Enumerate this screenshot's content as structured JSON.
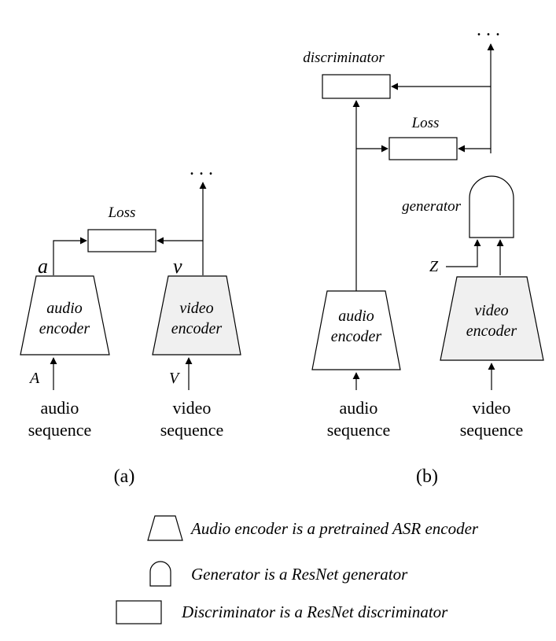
{
  "panel_a": {
    "caption": "(a)",
    "loss": "Loss",
    "vec_a": "a",
    "vec_v": "v",
    "ellipsis": ". . .",
    "audio_encoder": {
      "line1": "audio",
      "line2": "encoder"
    },
    "video_encoder": {
      "line1": "video",
      "line2": "encoder"
    },
    "input_a": "A",
    "input_v": "V",
    "audio_input": {
      "line1": "audio",
      "line2": "sequence"
    },
    "video_input": {
      "line1": "video",
      "line2": "sequence"
    }
  },
  "panel_b": {
    "caption": "(b)",
    "discriminator": "discriminator",
    "loss": "Loss",
    "generator": "generator",
    "noise": "Z",
    "ellipsis": ". . .",
    "audio_encoder": {
      "line1": "audio",
      "line2": "encoder"
    },
    "video_encoder": {
      "line1": "video",
      "line2": "encoder"
    },
    "audio_input": {
      "line1": "audio",
      "line2": "sequence"
    },
    "video_input": {
      "line1": "video",
      "line2": "sequence"
    }
  },
  "legend": [
    {
      "icon": "trapezoid-icon",
      "text": "Audio encoder is a pretrained ASR encoder"
    },
    {
      "icon": "half-ellipse-icon",
      "text": "Generator is a ResNet generator"
    },
    {
      "icon": "rectangle-icon",
      "text": "Discriminator is a ResNet discriminator"
    }
  ],
  "colors": {
    "encoder_fill": "#ffffff",
    "video_encoder_fill": "#f0f0f0",
    "line": "#000000"
  }
}
